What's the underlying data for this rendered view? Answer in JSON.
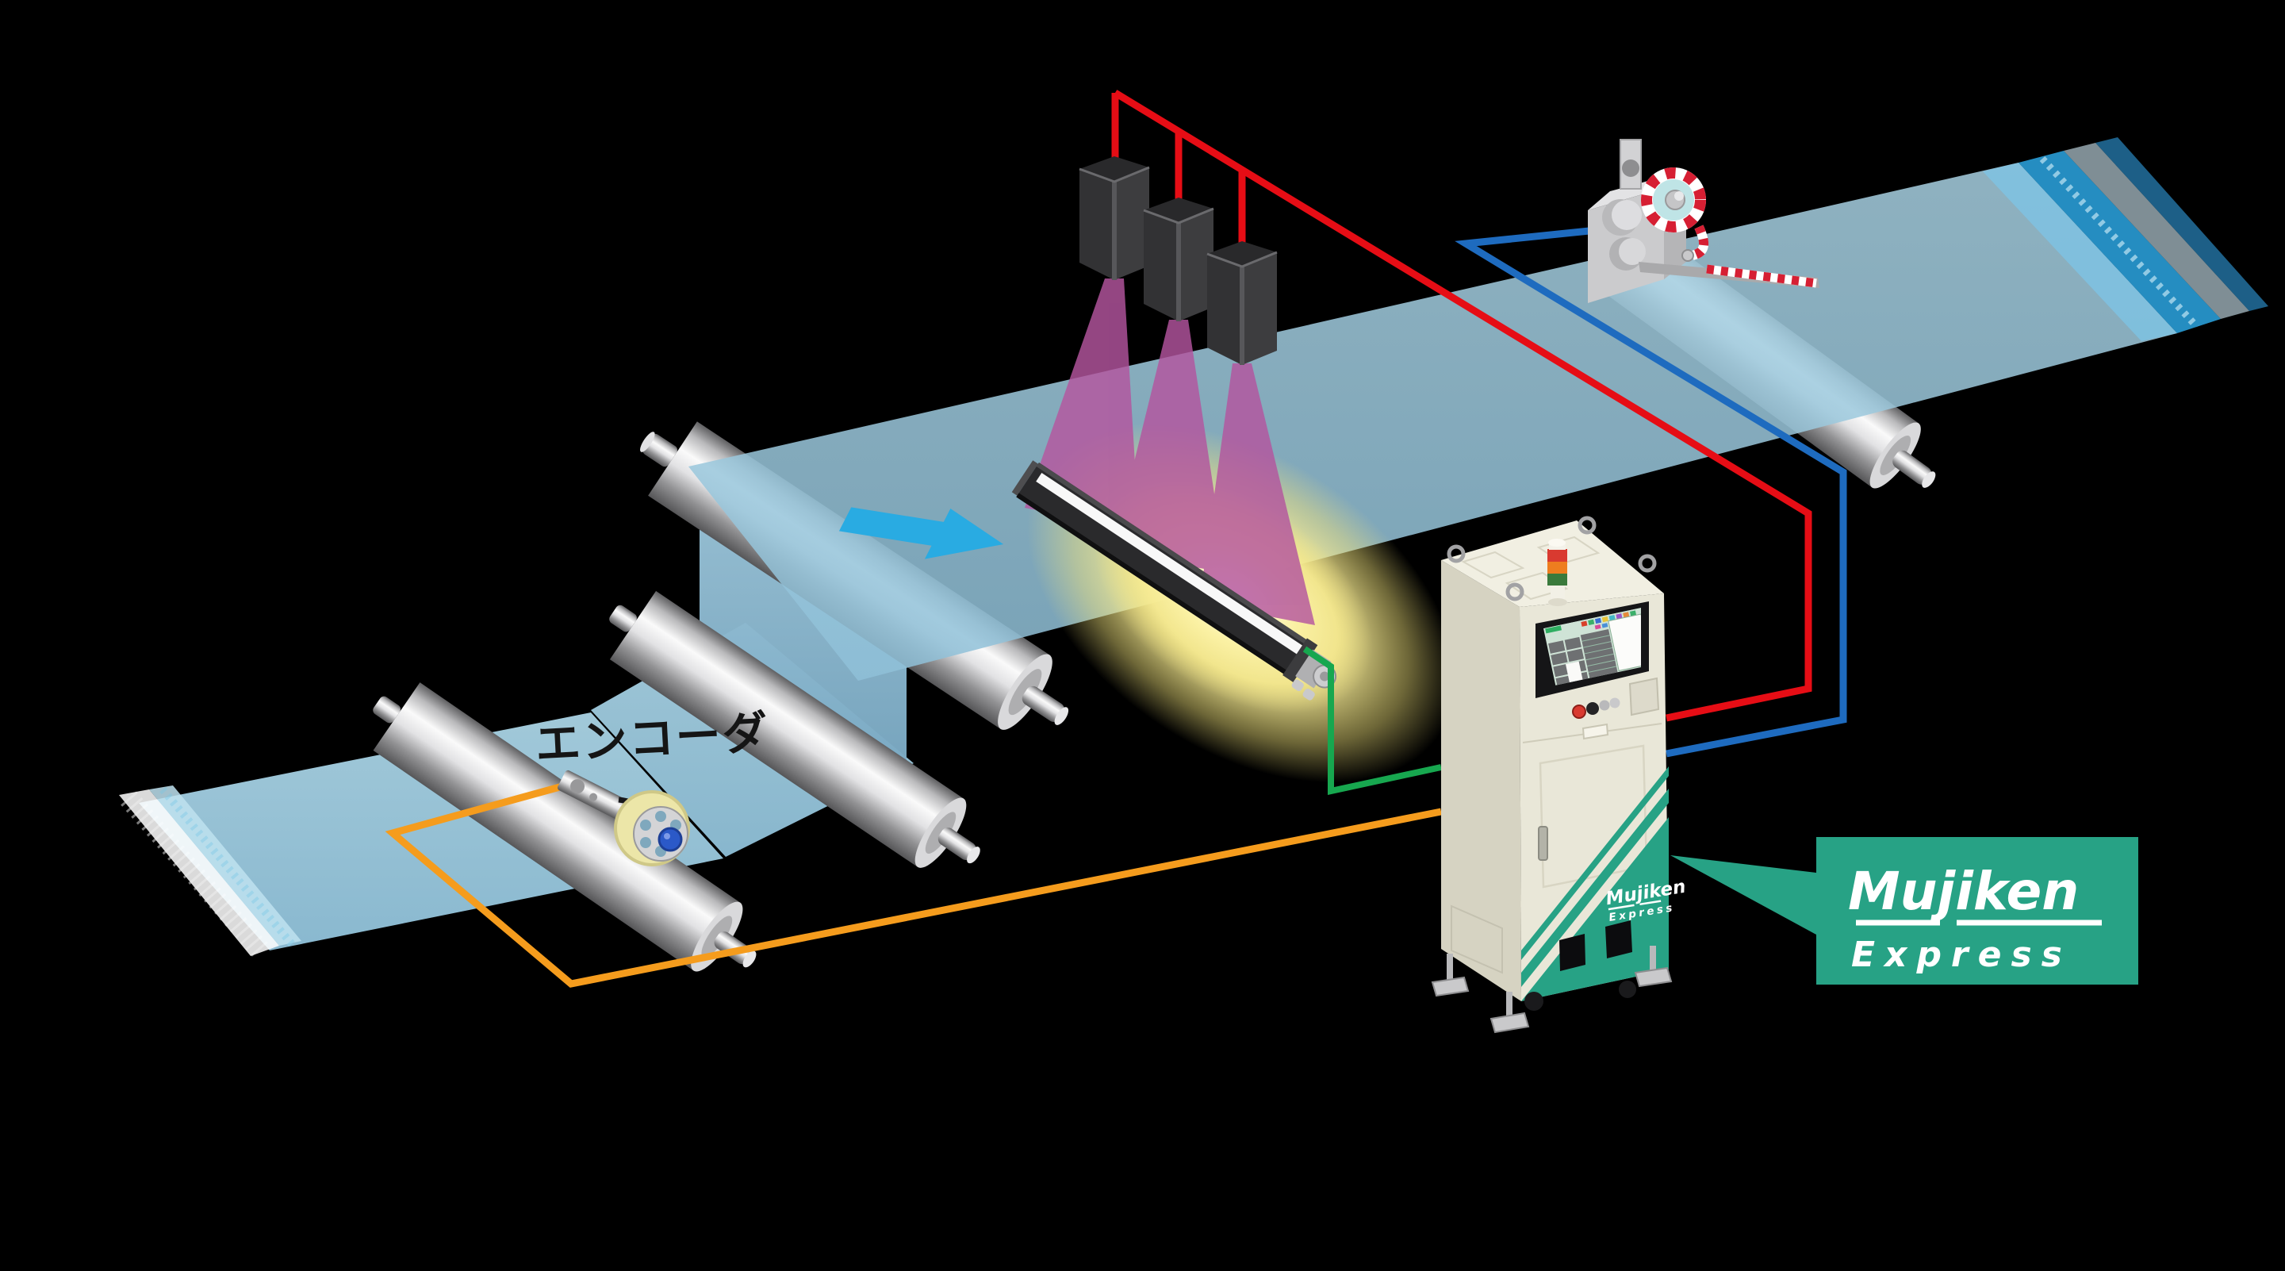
{
  "diagram": {
    "encoder_label": "エンコーダ",
    "logo": {
      "line1": "Mujiken",
      "line2": "Express"
    },
    "cabinet_brand": {
      "line1": "Mujiken",
      "line2": "Express"
    },
    "colors": {
      "background": "#000000",
      "web_film": "#9cc8dd",
      "web_edge_blue": "#2aa0dc",
      "flow_arrow": "#29abe2",
      "inspection_cone": "#b4559f",
      "light_glow": "#fdf3a0",
      "light_bar": "#2a2a2c",
      "camera_body": "#3a3a3c",
      "cable_cameras_red": "#e60d15",
      "cable_marker_blue": "#1e6bbf",
      "cable_light_green": "#17a74f",
      "cable_encoder_orange": "#f59c1d",
      "cabinet_body": "#e9e7d8",
      "brand_green": "#27a285",
      "tower_red": "#d93a30",
      "tower_orange": "#ee7d1f",
      "tower_green": "#3a7a3c",
      "roller_metal": "#c9c9cb",
      "encoder_hub_blue": "#2b59c8",
      "tape_red": "#d61f33"
    },
    "counts": {
      "cameras": 3,
      "rollers": 4,
      "signal_cables": 4
    }
  }
}
